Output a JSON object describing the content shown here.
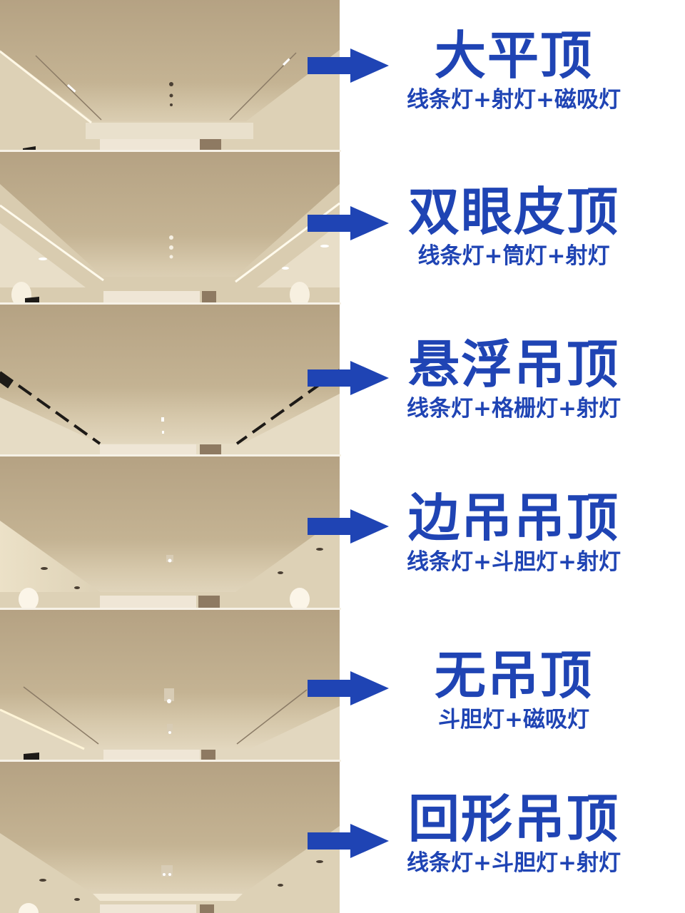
{
  "colors": {
    "accent": "#1f44b4",
    "ceiling": "#b8a687",
    "wall": "#e6dcc5",
    "background": "#ffffff"
  },
  "rows": [
    {
      "title": "大平顶",
      "subtitle": "线条灯+射灯+磁吸灯",
      "icon": "right-arrow-icon",
      "image": "flat-ceiling-photo"
    },
    {
      "title": "双眼皮顶",
      "subtitle": "线条灯+筒灯+射灯",
      "icon": "right-arrow-icon",
      "image": "double-eyelid-ceiling-photo"
    },
    {
      "title": "悬浮吊顶",
      "subtitle": "线条灯+格栅灯+射灯",
      "icon": "right-arrow-icon",
      "image": "floating-ceiling-photo"
    },
    {
      "title": "边吊吊顶",
      "subtitle": "线条灯+斗胆灯+射灯",
      "icon": "right-arrow-icon",
      "image": "side-drop-ceiling-photo"
    },
    {
      "title": "无吊顶",
      "subtitle": "斗胆灯+磁吸灯",
      "icon": "right-arrow-icon",
      "image": "no-drop-ceiling-photo"
    },
    {
      "title": "回形吊顶",
      "subtitle": "线条灯+斗胆灯+射灯",
      "icon": "right-arrow-icon",
      "image": "loop-ceiling-photo"
    }
  ]
}
